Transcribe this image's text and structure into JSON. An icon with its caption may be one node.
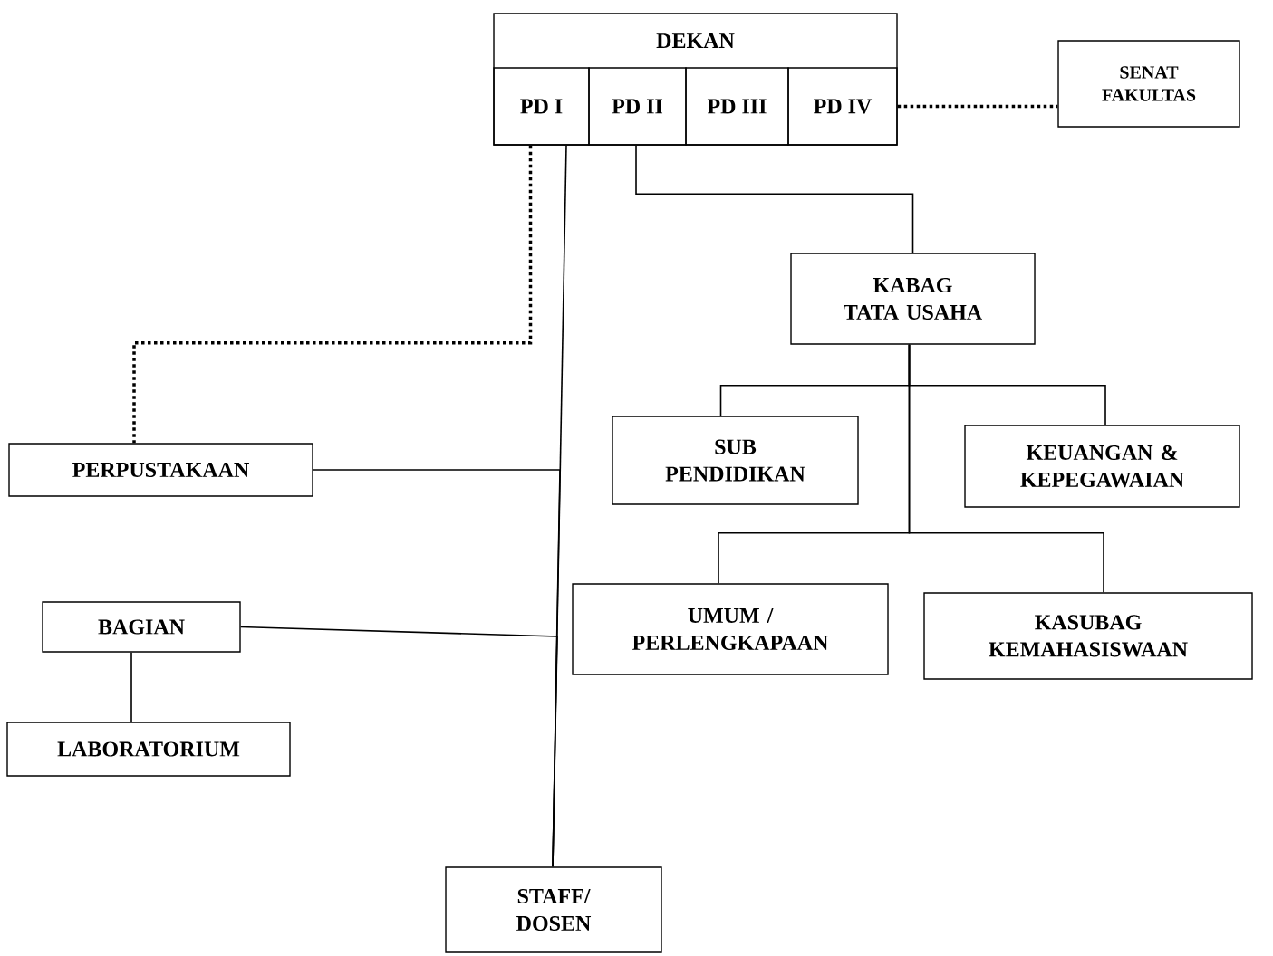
{
  "diagram": {
    "nodes": [
      {
        "text": [
          "DEKAN"
        ]
      },
      {
        "text": [
          "PD I"
        ],
        "in": 0
      },
      {
        "text": [
          "PD II"
        ],
        "in": 0
      },
      {
        "text": [
          "PD III"
        ],
        "in": 0
      },
      {
        "text": [
          "PD IV"
        ],
        "in": 0
      },
      {
        "text": [
          "SENAT FAKULTAS"
        ]
      },
      {
        "text": [
          "KABAG TATA USAHA"
        ]
      },
      {
        "text": [
          "SUB PENDIDIKAN"
        ]
      },
      {
        "text": [
          "KEUANGAN & KEPEGAWAIAN"
        ]
      },
      {
        "text": [
          "UMUM / PERLENGKAPAAN"
        ]
      },
      {
        "text": [
          "KASUBAG KEMAHASISWAAN"
        ]
      },
      {
        "text": [
          "PERPUSTAKAAN"
        ]
      },
      {
        "text": [
          "BAGIAN"
        ]
      },
      {
        "text": [
          "LABORATORIUM"
        ]
      },
      {
        "text": [
          "STAFF/ DOSEN"
        ]
      }
    ],
    "edges": [
      {
        "from": 4,
        "to": 5,
        "arrow": "none",
        "style": "dashed"
      },
      {
        "from": 1,
        "to": 11,
        "arrow": "none",
        "style": "dashed"
      },
      {
        "from": 1,
        "to": 14,
        "arrow": "none"
      },
      {
        "from": 11,
        "to": 14,
        "arrow": "none"
      },
      {
        "from": 12,
        "to": 14,
        "arrow": "none"
      },
      {
        "from": 12,
        "to": 13,
        "arrow": "none"
      },
      {
        "from": 2,
        "to": 6,
        "arrow": "none"
      },
      {
        "from": 6,
        "to": 7,
        "arrow": "none"
      },
      {
        "from": 6,
        "to": 8,
        "arrow": "none"
      },
      {
        "from": 6,
        "to": 9,
        "arrow": "none"
      },
      {
        "from": 6,
        "to": 10,
        "arrow": "none"
      }
    ]
  }
}
